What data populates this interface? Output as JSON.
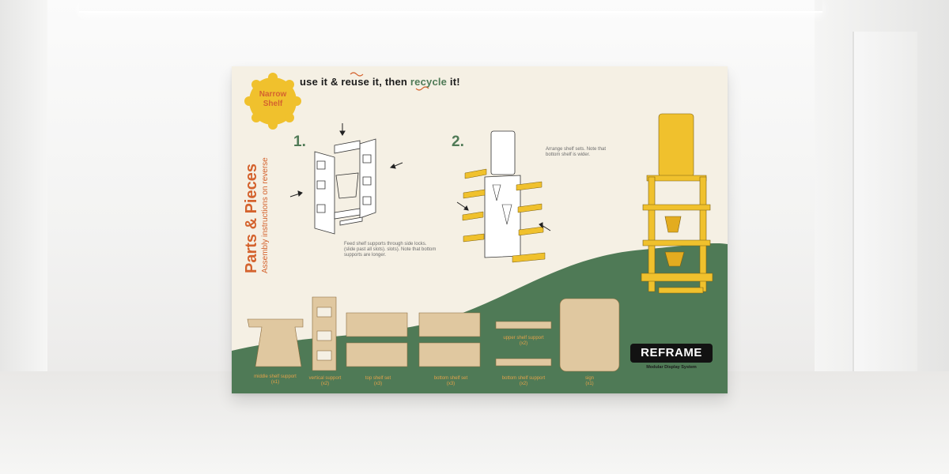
{
  "poster": {
    "badge": {
      "line1": "Narrow",
      "line2": "Shelf"
    },
    "tagline": {
      "part1": "use it & reuse it, then ",
      "part2": "recycle",
      "part3": " it!"
    },
    "title": {
      "main": "Parts & Pieces",
      "sub": "Assembly instructions on reverse"
    },
    "steps": [
      {
        "number": "1.",
        "note": "Feed shelf supports through side locks. (slide past all slots). slots). Note that bottom supports are longer."
      },
      {
        "number": "2.",
        "note": "Arrange shelf sets. Note that bottom shelf is wider."
      }
    ],
    "parts": [
      {
        "name": "middle shelf support",
        "qty": "(x1)"
      },
      {
        "name": "vertical support",
        "qty": "(x2)"
      },
      {
        "name": "top shelf set",
        "qty": "(x3)"
      },
      {
        "name": "bottom shelf set",
        "qty": "(x3)"
      },
      {
        "name": "upper shelf support",
        "qty": "(x2)"
      },
      {
        "name": "bottom shelf support",
        "qty": "(x2)"
      },
      {
        "name": "sign",
        "qty": "(x1)"
      }
    ],
    "logo": {
      "text": "REFRAME",
      "subtitle": "Modular Display System"
    }
  },
  "colors": {
    "orange": "#d4632e",
    "green": "#4f7a56",
    "yellow": "#f0c12d",
    "cream": "#f5f0e4",
    "wood": "#e0c8a0"
  }
}
